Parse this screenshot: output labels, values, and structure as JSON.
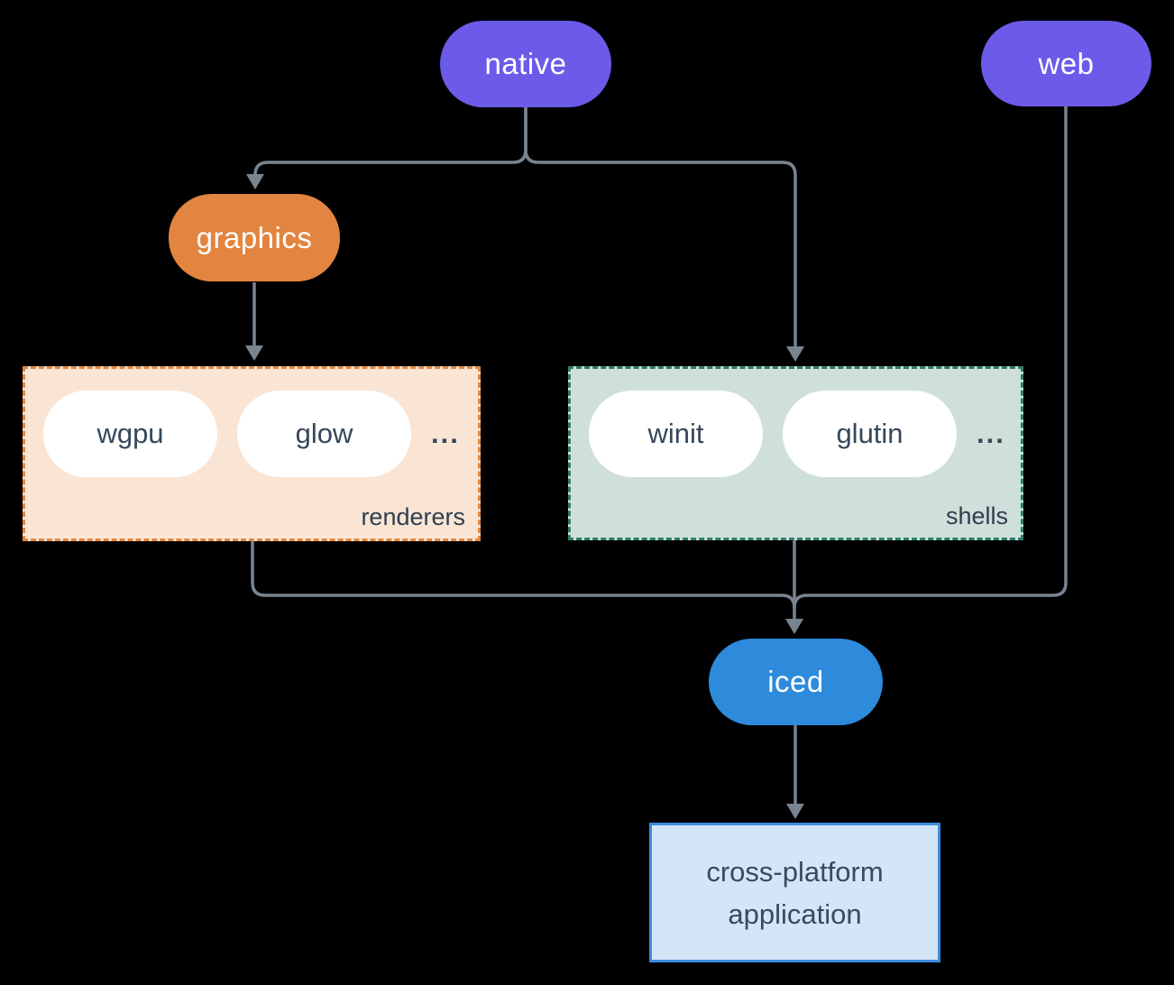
{
  "diagram": {
    "nodes": {
      "native": {
        "label": "native"
      },
      "web": {
        "label": "web"
      },
      "graphics": {
        "label": "graphics"
      },
      "iced": {
        "label": "iced"
      },
      "app": {
        "line1": "cross-platform",
        "line2": "application"
      }
    },
    "groups": {
      "renderers": {
        "label": "renderers",
        "items": [
          "wgpu",
          "glow"
        ],
        "ellipsis": "..."
      },
      "shells": {
        "label": "shells",
        "items": [
          "winit",
          "glutin"
        ],
        "ellipsis": "..."
      }
    },
    "edges": [
      {
        "from": "native",
        "to": "graphics"
      },
      {
        "from": "native",
        "to": "shells"
      },
      {
        "from": "graphics",
        "to": "renderers"
      },
      {
        "from": "renderers",
        "to": "iced"
      },
      {
        "from": "shells",
        "to": "iced"
      },
      {
        "from": "web",
        "to": "iced"
      },
      {
        "from": "iced",
        "to": "app"
      }
    ],
    "colors": {
      "background": "#000000",
      "node_purple": "#6B5BE8",
      "node_orange": "#E28540",
      "node_blue": "#2E8ADA",
      "renderers_bg": "#FAE5D5",
      "renderers_border": "#E2873F",
      "shells_bg": "#CFE0DA",
      "shells_border": "#2F7D6B",
      "app_bg": "#D4E5F7",
      "app_border": "#3B8BDE",
      "pill_text_light": "#FFFFFF",
      "pill_text_dark": "#36475A",
      "connector": "#78848F"
    }
  }
}
